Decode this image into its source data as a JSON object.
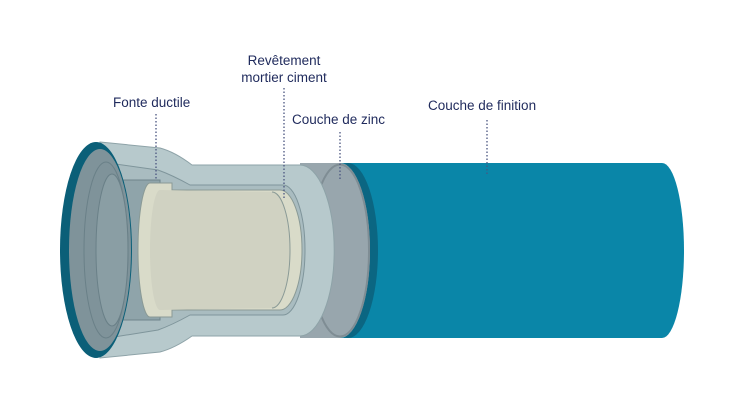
{
  "labels": {
    "ductile_iron": "Fonte ductile",
    "mortar_line1": "Revêtement",
    "mortar_line2": "mortier ciment",
    "zinc": "Couche de zinc",
    "finish": "Couche de finition"
  },
  "colors": {
    "finish_layer": "#0a86a8",
    "rim": "#0b5f78",
    "zinc_layer": "#98a6ad",
    "ductile_iron": "#b7c9cc",
    "mortar": "#d0d2c2",
    "text": "#1f2a5c"
  }
}
